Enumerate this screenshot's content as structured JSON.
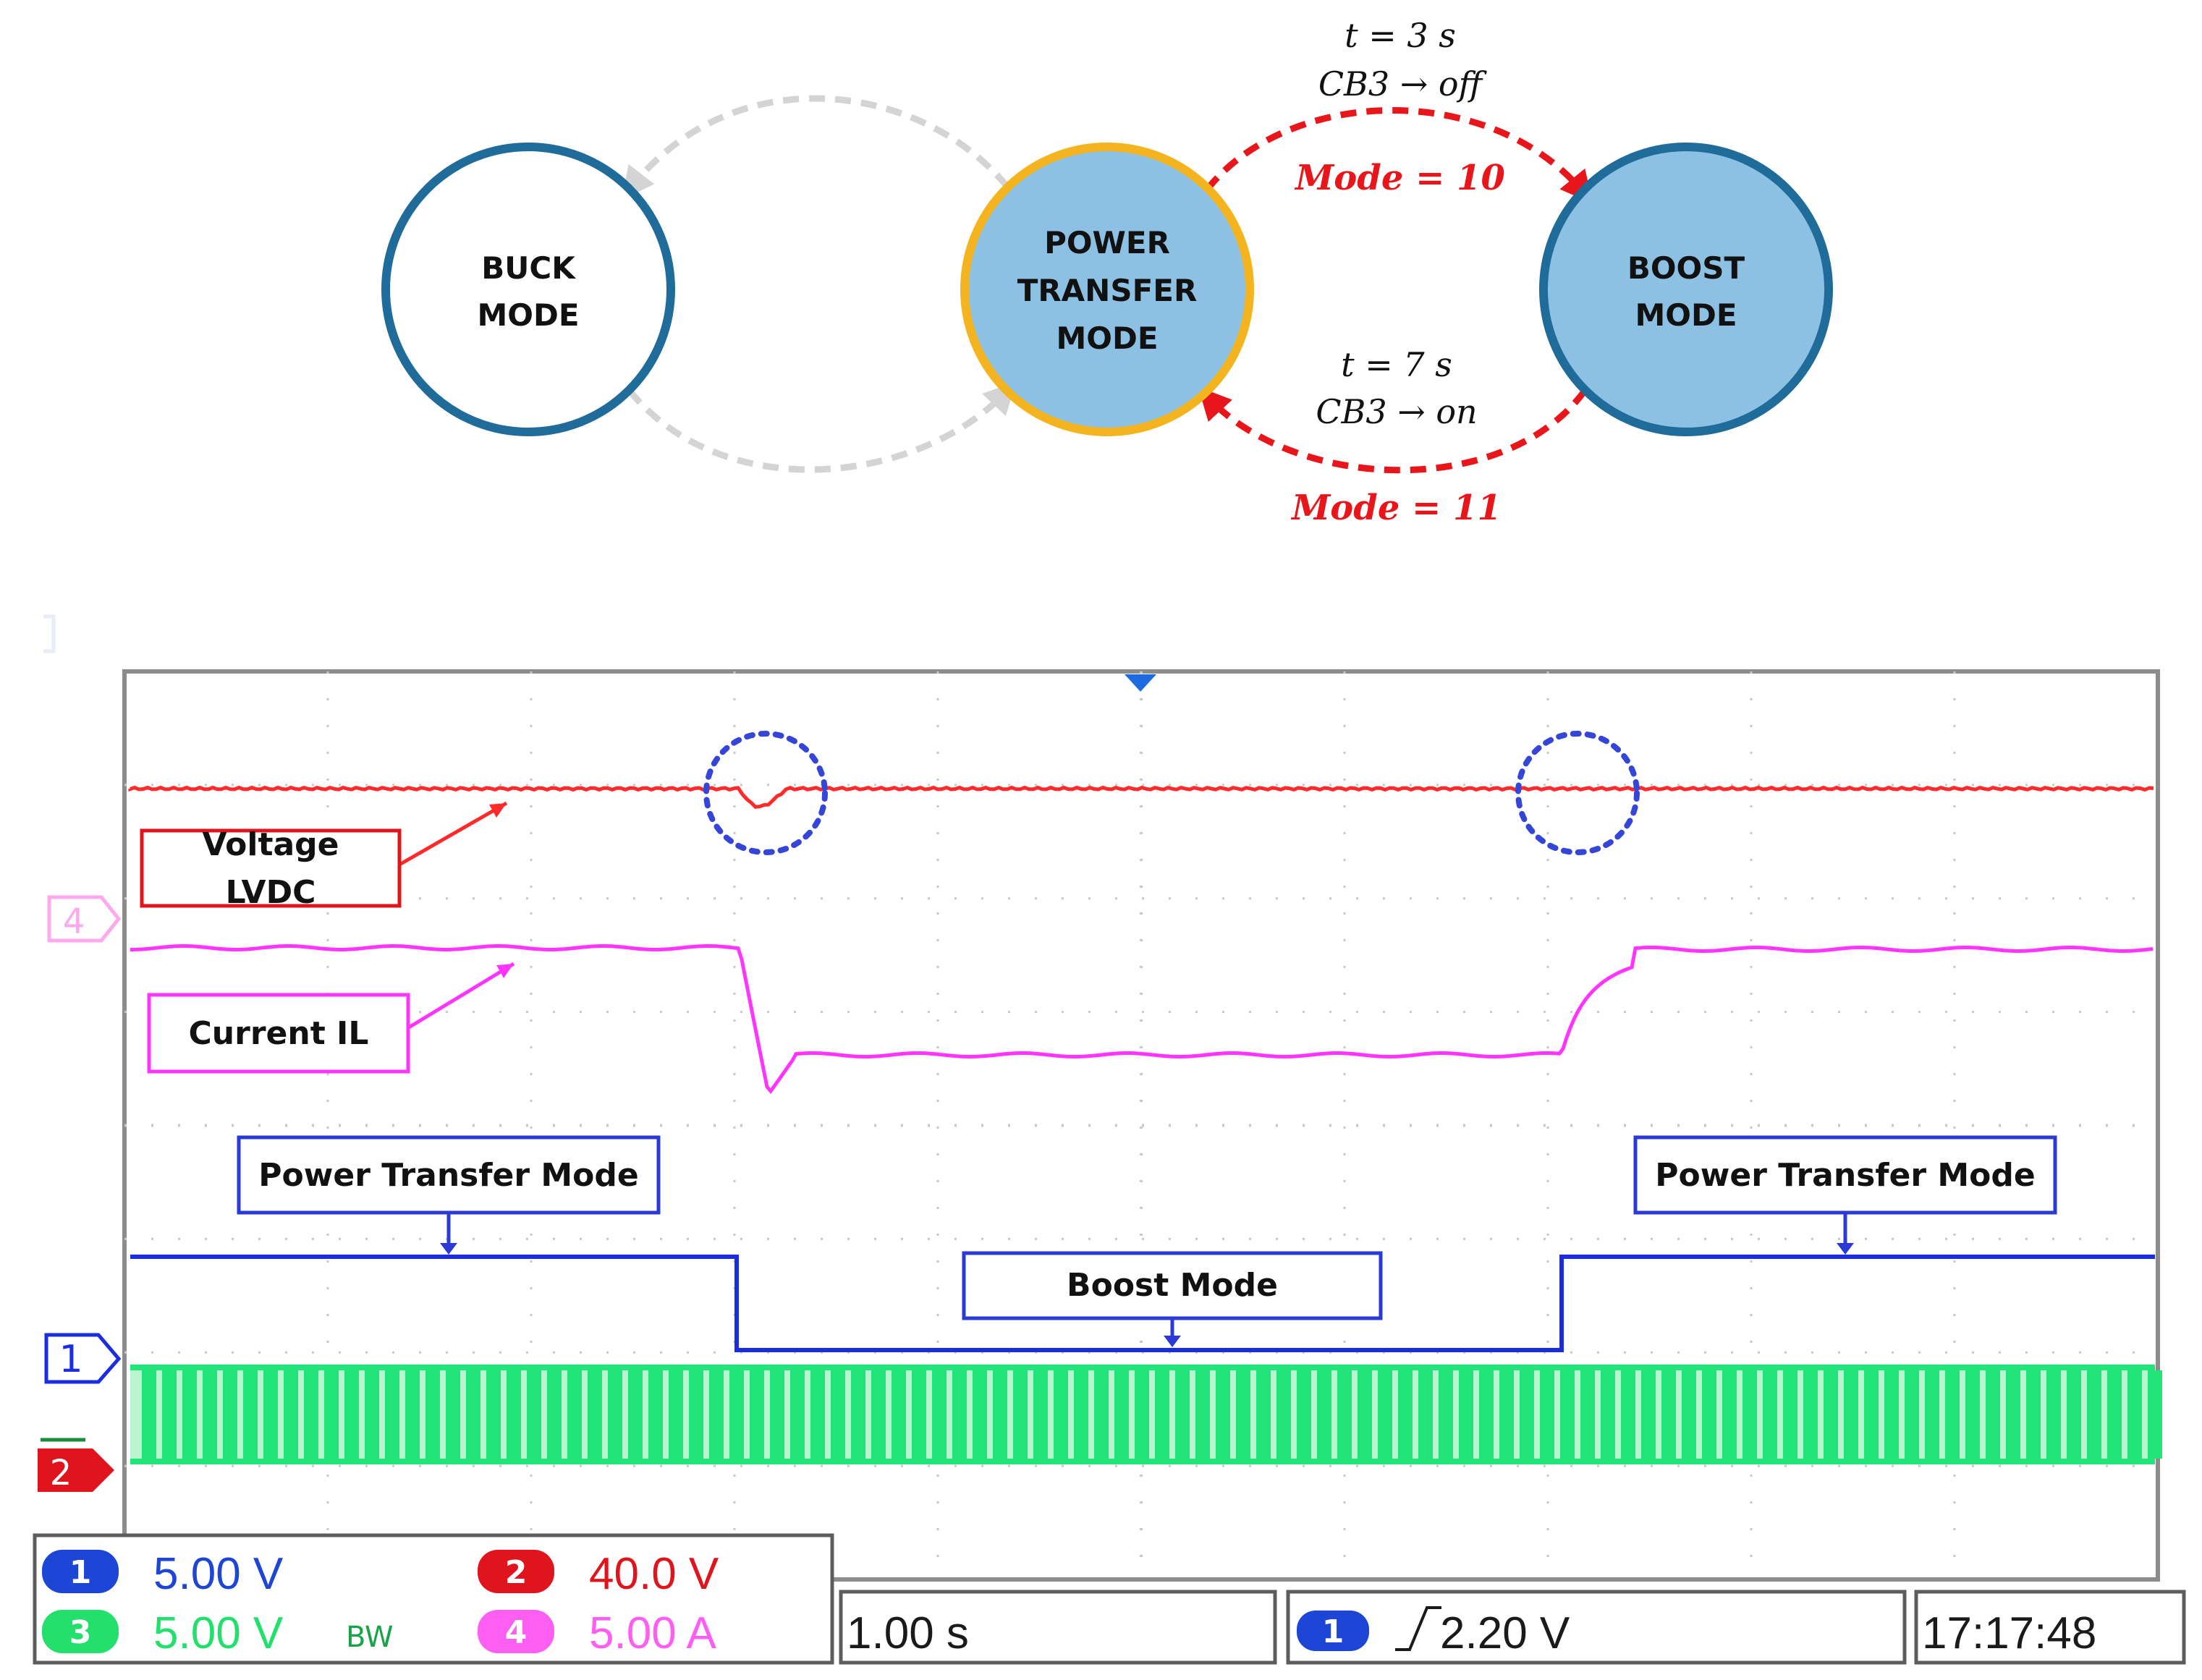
{
  "diagram": {
    "nodes": [
      {
        "id": "buck",
        "lines": [
          "BUCK",
          "MODE"
        ],
        "fill": "#ffffff",
        "stroke": "#1f6b99"
      },
      {
        "id": "power_transfer",
        "lines": [
          "POWER",
          "TRANSFER",
          "MODE"
        ],
        "fill": "#8dc1e4",
        "stroke": "#f3b41f"
      },
      {
        "id": "boost",
        "lines": [
          "BOOST",
          "MODE"
        ],
        "fill": "#8dc1e4",
        "stroke": "#1f6b99"
      }
    ],
    "transition_to_boost": {
      "time": "t = 3 s",
      "event": "CB3 → off",
      "mode": "Mode = 10"
    },
    "transition_to_power": {
      "time": "t = 7 s",
      "event": "CB3 → on",
      "mode": "Mode = 11"
    }
  },
  "scope": {
    "callouts": {
      "voltage": [
        "Voltage",
        "LVDC"
      ],
      "current": "Current IL",
      "power_left": "Power Transfer Mode",
      "power_right": "Power Transfer Mode",
      "boost": "Boost Mode"
    },
    "markers": {
      "ch4": "4",
      "ch1": "1",
      "ch2": "2"
    },
    "status": {
      "ch1": {
        "badge": "1",
        "value": "5.00 V"
      },
      "ch2": {
        "badge": "2",
        "value": "40.0 V"
      },
      "ch3": {
        "badge": "3",
        "value": "5.00 V",
        "extra": "BW"
      },
      "ch4": {
        "badge": "4",
        "value": "5.00 A"
      },
      "timebase": "1.00 s",
      "trigger": {
        "badge": "1",
        "value": "2.20 V"
      },
      "clock": "17:17:48"
    },
    "colors": {
      "voltage": "#ff2a2a",
      "current": "#ff35ff",
      "mode_signal": "#1a2ee0",
      "pwm": "#22e57a",
      "callout_blue": "#2b3ad6"
    }
  }
}
